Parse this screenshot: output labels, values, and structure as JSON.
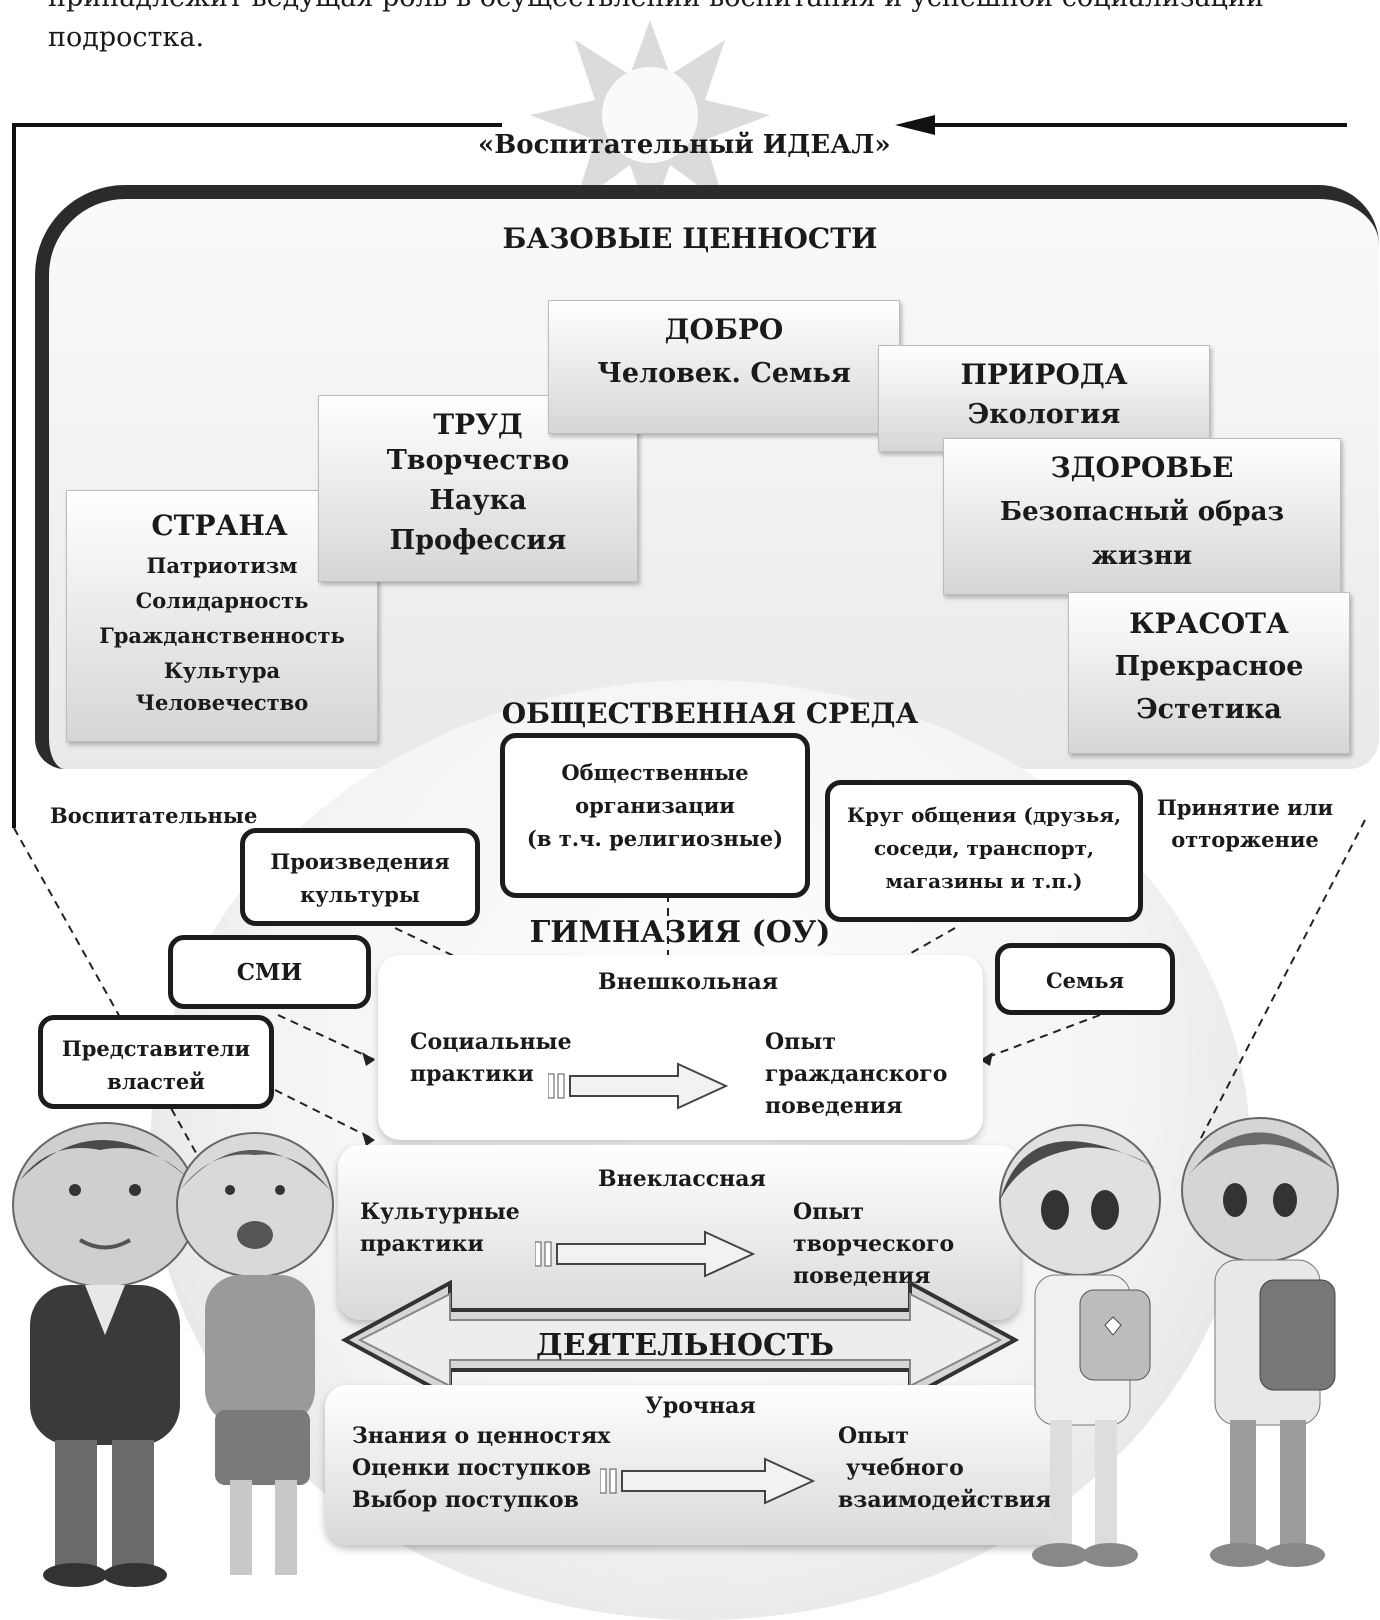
{
  "intro": {
    "line1": "принадлежит ведущая роль в осуществлении воспитания и успешной социализации",
    "line2": "подростка."
  },
  "ideal_title": "«Воспитательный ИДЕАЛ»",
  "base_values": {
    "title": "БАЗОВЫЕ ЦЕННОСТИ",
    "dobro": {
      "head": "ДОБРО",
      "text": "Человек. Семья"
    },
    "trud": {
      "head": "ТРУД",
      "lines": [
        "Творчество",
        "Наука",
        "Профессия"
      ]
    },
    "priroda": {
      "head": "ПРИРОДА",
      "text": "Экология"
    },
    "zdorovye": {
      "head": "ЗДОРОВЬЕ",
      "lines": [
        "Безопасный образ",
        "жизни"
      ]
    },
    "strana": {
      "head": "СТРАНА",
      "lines": [
        "Патриотизм",
        "Солидарность",
        "Гражданственность",
        "Культура",
        "Человечество"
      ]
    },
    "krasota": {
      "head": "КРАСОТА",
      "lines": [
        "Прекрасное",
        "Эстетика"
      ]
    }
  },
  "society": {
    "title": "ОБЩЕСТВЕННАЯ СРЕДА",
    "orgs": [
      "Общественные",
      "организации",
      "(в т.ч. религиозные)"
    ],
    "circle": [
      "Круг общения (друзья,",
      "соседи, транспорт,",
      "магазины и т.п.)"
    ],
    "culture_works": [
      "Произведения",
      "культуры"
    ],
    "smi": "СМИ",
    "family": "Семья",
    "authorities": [
      "Представители",
      "властей"
    ],
    "educational": "Воспитательные",
    "acceptance": [
      "Принятие или",
      "отторжение"
    ]
  },
  "gymnasium": {
    "title": "ГИМНАЗИЯ (ОУ)",
    "extracurricular_school": {
      "label": "Внешкольная",
      "left": [
        "Социальные",
        "практики"
      ],
      "right": [
        "Опыт",
        "гражданского",
        "поведения"
      ]
    },
    "extracurricular_class": {
      "label": "Внеклассная",
      "left": [
        "Культурные",
        "практики"
      ],
      "right": [
        "Опыт",
        "творческого",
        "поведения"
      ]
    },
    "activity": "ДЕЯТЕЛЬНОСТЬ",
    "lesson": {
      "label": "Урочная",
      "left": [
        "Знания о ценностях",
        "Оценки поступков",
        "Выбор поступков"
      ],
      "right": [
        "Опыт",
        "учебного",
        "взаимодействия"
      ]
    }
  }
}
